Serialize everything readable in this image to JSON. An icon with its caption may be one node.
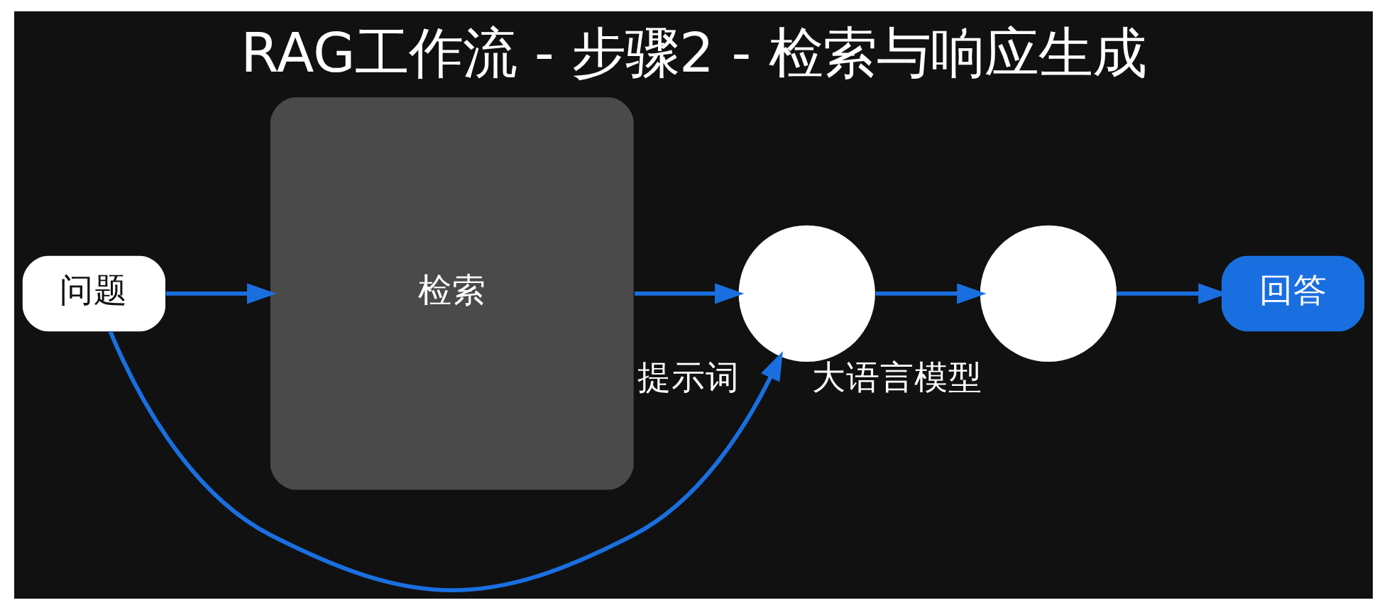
{
  "diagram": {
    "title": "RAG工作流 - 步骤2 - 检索与响应生成",
    "nodes": [
      {
        "text": [
          "问题"
        ]
      },
      {
        "text": [
          "检索"
        ]
      },
      {
        "text": [
          "提示词"
        ]
      },
      {
        "text": [
          "大语言模型"
        ]
      },
      {
        "text": [
          "回答"
        ]
      }
    ],
    "edges": [
      {
        "from": 0,
        "to": 1,
        "arrow": "to"
      },
      {
        "from": 1,
        "to": 2,
        "arrow": "to"
      },
      {
        "from": 2,
        "to": 3,
        "arrow": "to"
      },
      {
        "from": 3,
        "to": 4,
        "arrow": "to"
      },
      {
        "from": 0,
        "to": 2,
        "arrow": "to"
      }
    ]
  }
}
